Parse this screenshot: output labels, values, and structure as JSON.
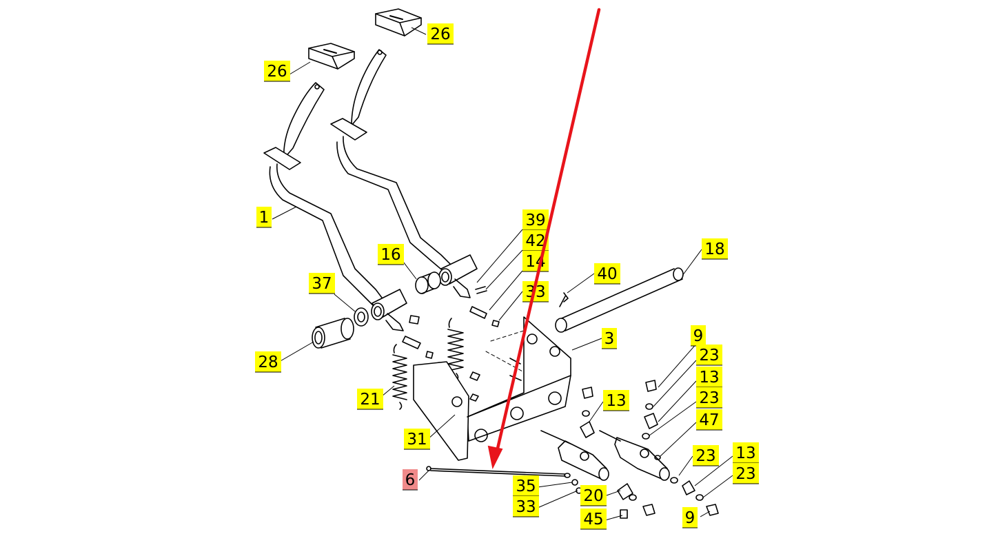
{
  "diagram": {
    "colors": {
      "label_fill": "#ffff00",
      "highlight_fill": "#f08a8a",
      "stroke": "#000000",
      "arrow": "#e8141b"
    },
    "callouts": [
      {
        "id": "c26a",
        "text": "26"
      },
      {
        "id": "c26b",
        "text": "26"
      },
      {
        "id": "c1",
        "text": "1"
      },
      {
        "id": "c16",
        "text": "16"
      },
      {
        "id": "c39",
        "text": "39"
      },
      {
        "id": "c42",
        "text": "42"
      },
      {
        "id": "c14",
        "text": "14"
      },
      {
        "id": "c33a",
        "text": "33"
      },
      {
        "id": "c37",
        "text": "37"
      },
      {
        "id": "c28",
        "text": "28"
      },
      {
        "id": "c40",
        "text": "40"
      },
      {
        "id": "c18",
        "text": "18"
      },
      {
        "id": "c3",
        "text": "3"
      },
      {
        "id": "c21",
        "text": "21"
      },
      {
        "id": "c31",
        "text": "31"
      },
      {
        "id": "c13a",
        "text": "13"
      },
      {
        "id": "c9a",
        "text": "9"
      },
      {
        "id": "c23a",
        "text": "23"
      },
      {
        "id": "c13b",
        "text": "13"
      },
      {
        "id": "c23b",
        "text": "23"
      },
      {
        "id": "c47",
        "text": "47"
      },
      {
        "id": "c23c",
        "text": "23"
      },
      {
        "id": "c13c",
        "text": "13"
      },
      {
        "id": "c23d",
        "text": "23"
      },
      {
        "id": "c6",
        "text": "6",
        "highlighted": true
      },
      {
        "id": "c35",
        "text": "35"
      },
      {
        "id": "c33b",
        "text": "33"
      },
      {
        "id": "c20",
        "text": "20"
      },
      {
        "id": "c45",
        "text": "45"
      },
      {
        "id": "c9b",
        "text": "9"
      }
    ]
  }
}
